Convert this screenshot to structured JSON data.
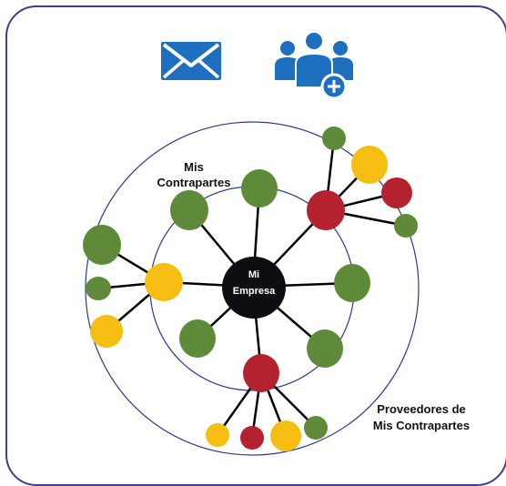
{
  "colors": {
    "frame": "#3a3f8f",
    "ring": "#2f3a8a",
    "icon": "#1f6fc0",
    "green": "#5f8a3a",
    "yellow": "#f6bd12",
    "red": "#b5222f",
    "center": "#0e0e12",
    "edge": "#000000"
  },
  "icons": {
    "mail": "envelope-icon",
    "group": "add-user-group-icon"
  },
  "center": {
    "line1": "Mi",
    "line2": "Empresa"
  },
  "labels": {
    "counterparts_line1": "Mis",
    "counterparts_line2": "Contrapartes",
    "suppliers_line1": "Proveedores de",
    "suppliers_line2": "Mis Contrapartes"
  }
}
